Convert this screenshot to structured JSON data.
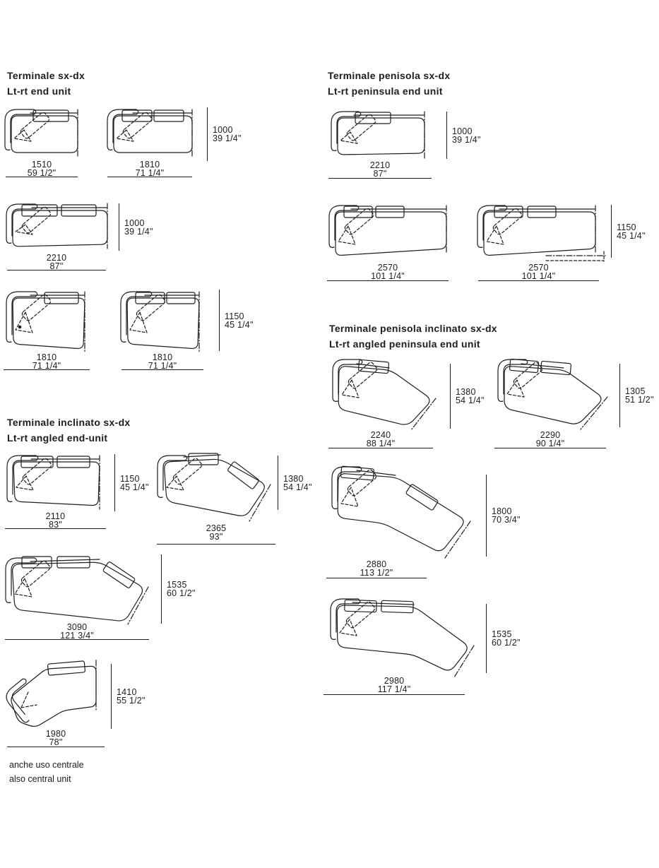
{
  "colors": {
    "ink": "#1d1d1b",
    "background": "#ffffff"
  },
  "sections": [
    {
      "id": "end-unit",
      "title_it": "Terminale sx-dx",
      "title_en": "Lt-rt end unit",
      "diagrams": [
        {
          "id": "d1510",
          "shape": "end-unit-straight",
          "width_mm": "1510",
          "width_in": "59 1/2\""
        },
        {
          "id": "d1810a",
          "shape": "end-unit-straight",
          "width_mm": "1810",
          "width_in": "71 1/4\"",
          "depth_mm": "1000",
          "depth_in": "39 1/4\""
        },
        {
          "id": "d2210",
          "shape": "end-unit-straight",
          "width_mm": "2210",
          "width_in": "87\"",
          "depth_mm": "1000",
          "depth_in": "39 1/4\""
        },
        {
          "id": "d1810b",
          "shape": "end-unit-straight-deep",
          "marker_dot": true,
          "width_mm": "1810",
          "width_in": "71 1/4\""
        },
        {
          "id": "d1810c",
          "shape": "end-unit-straight-deep",
          "width_mm": "1810",
          "width_in": "71 1/4\"",
          "depth_mm": "1150",
          "depth_in": "45 1/4\""
        }
      ]
    },
    {
      "id": "angled-end-unit",
      "title_it": "Terminale inclinato sx-dx",
      "title_en": "Lt-rt angled end-unit",
      "note_it": "anche uso centrale",
      "note_en": "also central unit",
      "diagrams": [
        {
          "id": "d2110",
          "shape": "end-unit-straight-deep",
          "width_mm": "2110",
          "width_in": "83\"",
          "depth_mm": "1150",
          "depth_in": "45 1/4\""
        },
        {
          "id": "d2365",
          "shape": "end-unit-angled",
          "width_mm": "2365",
          "width_in": "93\"",
          "depth_mm": "1380",
          "depth_in": "54 1/4\""
        },
        {
          "id": "d3090",
          "shape": "end-unit-angled",
          "width_mm": "3090",
          "width_in": "121 3/4\"",
          "depth_mm": "1535",
          "depth_in": "60 1/2\""
        },
        {
          "id": "d1980",
          "shape": "end-unit-angled-compact",
          "width_mm": "1980",
          "width_in": "78\"",
          "depth_mm": "1410",
          "depth_in": "55 1/2\""
        }
      ]
    },
    {
      "id": "peninsula-end-unit",
      "title_it": "Terminale penisola sx-dx",
      "title_en": "Lt-rt peninsula end unit",
      "diagrams": [
        {
          "id": "dp2210",
          "shape": "peninsula-end-unit",
          "width_mm": "2210",
          "width_in": "87\"",
          "depth_mm": "1000",
          "depth_in": "39 1/4\""
        },
        {
          "id": "dp2570a",
          "shape": "peninsula-end-unit",
          "width_mm": "2570",
          "width_in": "101 1/4\""
        },
        {
          "id": "dp2570b",
          "shape": "peninsula-end-unit-with-extension",
          "width_mm": "2570",
          "width_in": "101 1/4\"",
          "depth_mm": "1150",
          "depth_in": "45 1/4\""
        }
      ]
    },
    {
      "id": "angled-peninsula-end-unit",
      "title_it": "Terminale penisola inclinato sx-dx",
      "title_en": "Lt-rt angled peninsula end unit",
      "diagrams": [
        {
          "id": "dp2240",
          "shape": "peninsula-end-unit-angled",
          "width_mm": "2240",
          "width_in": "88 1/4\"",
          "depth_mm": "1380",
          "depth_in": "54 1/4\""
        },
        {
          "id": "dp2290",
          "shape": "peninsula-end-unit-angled",
          "width_mm": "2290",
          "width_in": "90 1/4\"",
          "depth_mm": "1305",
          "depth_in": "51 1/2\""
        },
        {
          "id": "dp2880",
          "shape": "peninsula-end-unit-angled-long",
          "width_mm": "2880",
          "width_in": "113 1/2\"",
          "depth_mm": "1800",
          "depth_in": "70 3/4\""
        },
        {
          "id": "dp2980",
          "shape": "peninsula-end-unit-angled-long",
          "width_mm": "2980",
          "width_in": "117 1/4\"",
          "depth_mm": "1535",
          "depth_in": "60 1/2\""
        }
      ]
    }
  ],
  "footnote": {
    "line1": "anche uso centrale",
    "line2": "also central unit"
  }
}
